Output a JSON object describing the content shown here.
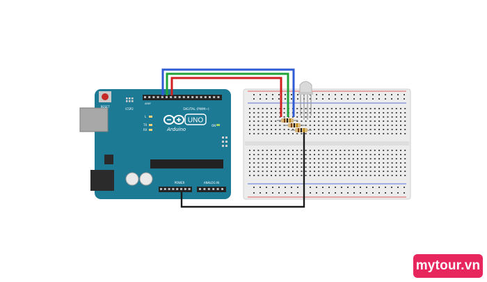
{
  "board": {
    "reset_label": "RESET",
    "icsp_label": "ICSP2",
    "digital_label": "DIGITAL (PWM~)",
    "brand_label": "Arduino",
    "model_label": "UNO",
    "aref_label": "AREF",
    "l_label": "L",
    "tx_label": "TX",
    "rx_label": "RX",
    "on_label": "ON",
    "power_label": "POWER",
    "analog_label": "ANALOG IN"
  },
  "wires": [
    {
      "name": "blue-wire",
      "color": "#2f5bd3"
    },
    {
      "name": "green-wire",
      "color": "#21a33a"
    },
    {
      "name": "red-wire",
      "color": "#d21f1f"
    },
    {
      "name": "ground-wire",
      "color": "#1a1a1a"
    }
  ],
  "colors": {
    "board": "#1d7a95",
    "breadboard": "#ececec",
    "rail_red": "#e25b5b",
    "rail_blue": "#5b72d6",
    "led": "#d9d9d9",
    "brand_badge": "#e8265e"
  },
  "watermark": "mytour.vn"
}
